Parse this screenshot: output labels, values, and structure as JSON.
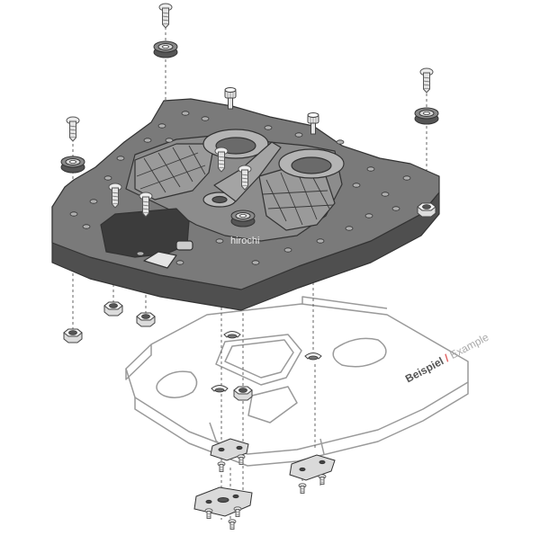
{
  "labels": {
    "example_word1": "Beispiel",
    "separator": "/",
    "example_word2": "Example",
    "watermark": "hirochi"
  },
  "colors": {
    "plate_fill": "#6e6e6e",
    "plate_top": "#7b7b7b",
    "line": "#444444",
    "rack_line": "#9a9a9a",
    "screw_fill": "#e8e8e8",
    "accent_red": "#e06060"
  }
}
